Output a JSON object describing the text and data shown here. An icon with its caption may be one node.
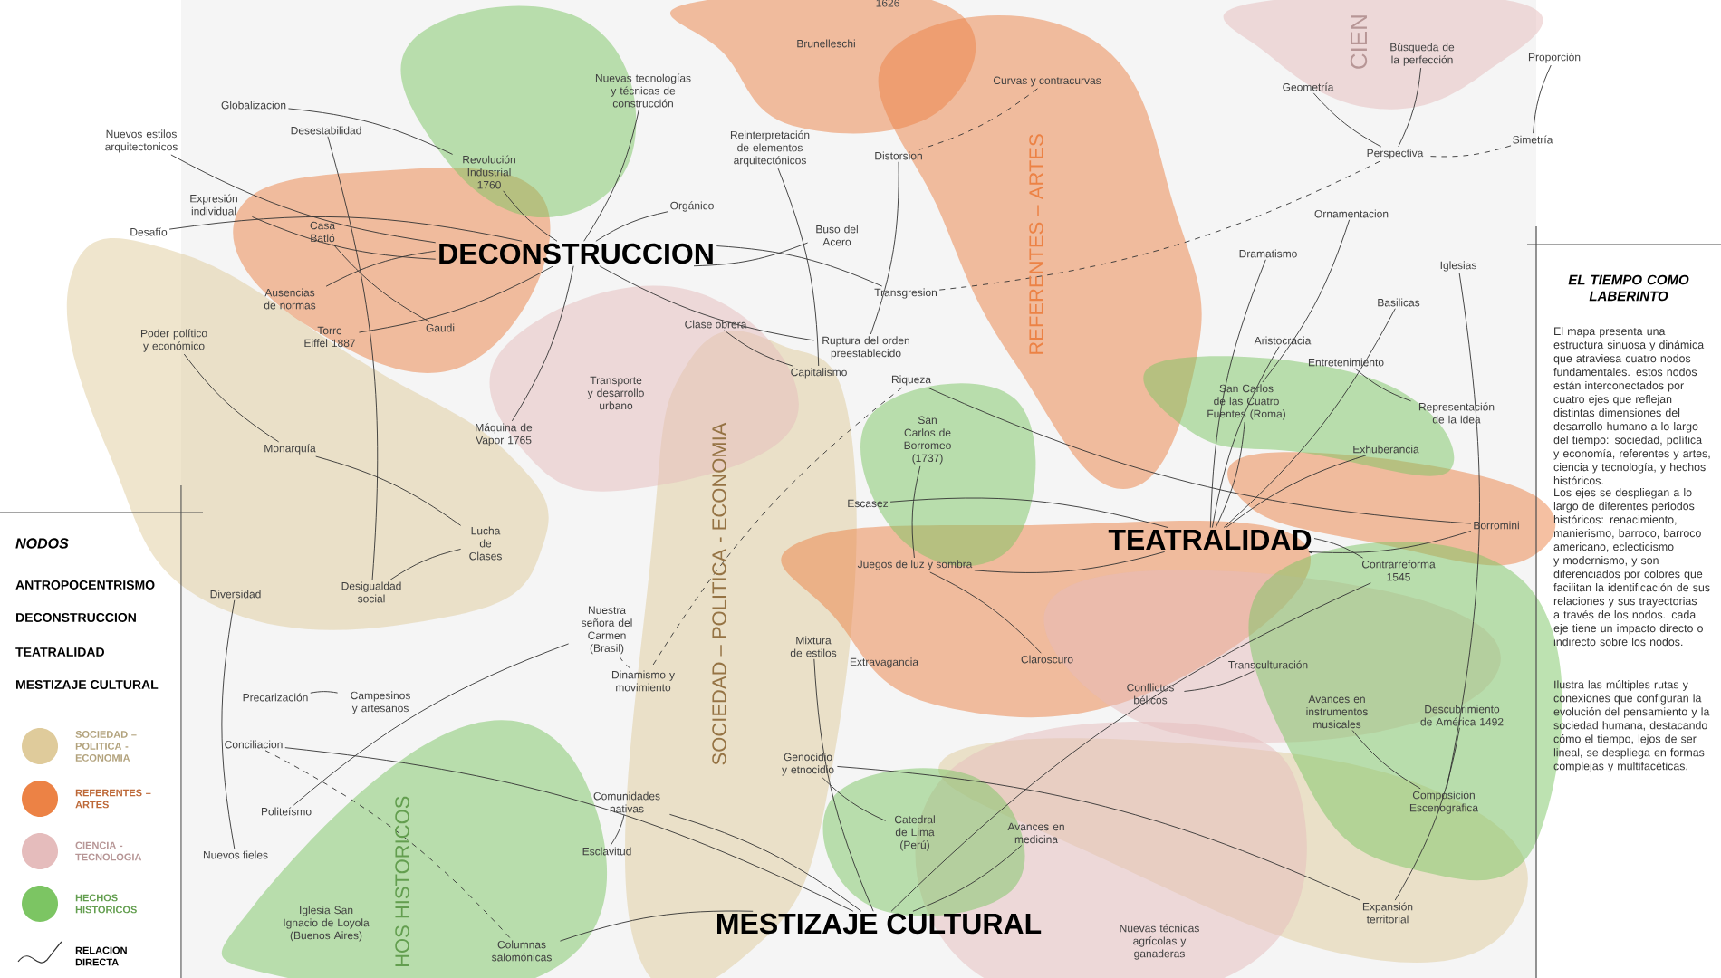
{
  "diagram": {
    "nodes": [
      {
        "text": [
          "DECONSTRUCCION"
        ]
      },
      {
        "text": [
          "TEATRALIDAD"
        ]
      },
      {
        "text": [
          "MESTIZAJE CULTURAL"
        ]
      },
      {
        "text": [
          "Globalizacion"
        ]
      },
      {
        "text": [
          "Nuevos estilos arquitectonicos"
        ]
      },
      {
        "text": [
          "Desestabilidad"
        ]
      },
      {
        "text": [
          "Revolución Industrial 1760"
        ]
      },
      {
        "text": [
          "Expresión individual"
        ]
      },
      {
        "text": [
          "Casa Batló"
        ]
      },
      {
        "text": [
          "Desafío"
        ]
      },
      {
        "text": [
          "Ausencias de normas"
        ]
      },
      {
        "text": [
          "Torre Eiffel 1887"
        ]
      },
      {
        "text": [
          "Gaudi"
        ]
      },
      {
        "text": [
          "Poder político y económico"
        ]
      },
      {
        "text": [
          "Máquina de Vapor 1765"
        ]
      },
      {
        "text": [
          "Monarquía"
        ]
      },
      {
        "text": [
          "Nuevas tecnologías y técnicas de construcción"
        ]
      },
      {
        "text": [
          "Brunelleschi"
        ]
      },
      {
        "text": [
          "Reinterpretación de elementos arquitectónicos"
        ]
      },
      {
        "text": [
          "Orgánico"
        ]
      },
      {
        "text": [
          "Buso del Acero"
        ]
      },
      {
        "text": [
          "Transgresion"
        ]
      },
      {
        "text": [
          "Clase obrera"
        ]
      },
      {
        "text": [
          "Ruptura del orden preestablecido"
        ]
      },
      {
        "text": [
          "Capitalismo"
        ]
      },
      {
        "text": [
          "Transporte y desarrollo urbano"
        ]
      },
      {
        "text": [
          "Riqueza"
        ]
      },
      {
        "text": [
          "San Carlos de Borromeo (1737)"
        ]
      },
      {
        "text": [
          "Distorsion"
        ]
      },
      {
        "text": [
          "Curvas y contracurvas"
        ]
      },
      {
        "text": [
          "Geometría"
        ]
      },
      {
        "text": [
          "Búsqueda de la perfección"
        ]
      },
      {
        "text": [
          "Proporción"
        ]
      },
      {
        "text": [
          "Perspectiva"
        ]
      },
      {
        "text": [
          "Simetría"
        ]
      },
      {
        "text": [
          "Ornamentacion"
        ]
      },
      {
        "text": [
          "Dramatismo"
        ]
      },
      {
        "text": [
          "Iglesias"
        ]
      },
      {
        "text": [
          "Basilicas"
        ]
      },
      {
        "text": [
          "Aristocracia"
        ]
      },
      {
        "text": [
          "Entretenimiento"
        ]
      },
      {
        "text": [
          "San Carlos de las Cuatro Fuentes (Roma)"
        ]
      },
      {
        "text": [
          "Representación de la idea"
        ]
      },
      {
        "text": [
          "Exhuberancia"
        ]
      },
      {
        "text": [
          "Borromini"
        ]
      },
      {
        "text": [
          "Contrarreforma 1545"
        ]
      },
      {
        "text": [
          "Transculturación"
        ]
      },
      {
        "text": [
          "Avances en instrumentos musicales"
        ]
      },
      {
        "text": [
          "Descubrimiento de América 1492"
        ]
      },
      {
        "text": [
          "Composición Escenografica"
        ]
      },
      {
        "text": [
          "Expansión territorial"
        ]
      },
      {
        "text": [
          "Conflictos bélicos"
        ]
      },
      {
        "text": [
          "Escasez"
        ]
      },
      {
        "text": [
          "Juegos de luz y sombra"
        ]
      },
      {
        "text": [
          "Claroscuro"
        ]
      },
      {
        "text": [
          "Extravagancia"
        ]
      },
      {
        "text": [
          "Mixtura de estilos"
        ]
      },
      {
        "text": [
          "Genocidio y etnocidio"
        ]
      },
      {
        "text": [
          "Catedral de Lima (Perú)"
        ]
      },
      {
        "text": [
          "Avances en medicina"
        ]
      },
      {
        "text": [
          "Nuevas técnicas agrícolas y ganaderas"
        ]
      },
      {
        "text": [
          "Nuestra señora del Carmen (Brasil)"
        ]
      },
      {
        "text": [
          "Dinamismo y movimiento"
        ]
      },
      {
        "text": [
          "Comunidades nativas"
        ]
      },
      {
        "text": [
          "Esclavitud"
        ]
      },
      {
        "text": [
          "Columnas salomónicas"
        ]
      },
      {
        "text": [
          "Lucha de Clases"
        ]
      },
      {
        "text": [
          "Diversidad"
        ]
      },
      {
        "text": [
          "Desigualdad social"
        ]
      },
      {
        "text": [
          "Precarización"
        ]
      },
      {
        "text": [
          "Campesinos y artesanos"
        ]
      },
      {
        "text": [
          "Conciliacion"
        ]
      },
      {
        "text": [
          "Politeísmo"
        ]
      },
      {
        "text": [
          "Nuevos fieles"
        ]
      },
      {
        "text": [
          "Iglesia San Ignacio de Loyola (Buenos Aires)"
        ]
      }
    ],
    "edges": [
      {
        "from": 4,
        "to": 0,
        "arrow": "none"
      },
      {
        "from": 3,
        "to": 6,
        "arrow": "none"
      },
      {
        "from": 6,
        "to": 0,
        "arrow": "none"
      },
      {
        "from": 9,
        "to": 0,
        "arrow": "none"
      },
      {
        "from": 7,
        "to": 0,
        "arrow": "none"
      },
      {
        "from": 10,
        "to": 0,
        "arrow": "none"
      },
      {
        "from": 11,
        "to": 0,
        "arrow": "none"
      },
      {
        "from": 16,
        "to": 0,
        "arrow": "none"
      },
      {
        "from": 19,
        "to": 0,
        "arrow": "none"
      },
      {
        "from": 20,
        "to": 0,
        "arrow": "none"
      },
      {
        "from": 21,
        "to": 0,
        "arrow": "none"
      },
      {
        "from": 23,
        "to": 0,
        "arrow": "none"
      },
      {
        "from": 14,
        "to": 0,
        "arrow": "none"
      },
      {
        "from": 18,
        "to": 24,
        "arrow": "none"
      },
      {
        "from": 8,
        "to": 12,
        "arrow": "none"
      },
      {
        "from": 5,
        "to": 68,
        "arrow": "none"
      },
      {
        "from": 13,
        "to": 15,
        "arrow": "none"
      },
      {
        "from": 15,
        "to": 66,
        "arrow": "none"
      },
      {
        "from": 22,
        "to": 24,
        "arrow": "none"
      },
      {
        "from": 28,
        "to": 23,
        "arrow": "none"
      },
      {
        "from": 30,
        "to": 33,
        "arrow": "none"
      },
      {
        "from": 31,
        "to": 33,
        "arrow": "none"
      },
      {
        "from": 32,
        "to": 34,
        "arrow": "none"
      },
      {
        "from": 34,
        "to": 33,
        "arrow": "none",
        "style": "dashed"
      },
      {
        "from": 21,
        "to": 33,
        "arrow": "none",
        "style": "dashed"
      },
      {
        "from": 29,
        "to": 28,
        "arrow": "none",
        "style": "dashed"
      },
      {
        "from": 36,
        "to": 1,
        "arrow": "none"
      },
      {
        "from": 38,
        "to": 1,
        "arrow": "none"
      },
      {
        "from": 39,
        "to": 1,
        "arrow": "none"
      },
      {
        "from": 41,
        "to": 1,
        "arrow": "none"
      },
      {
        "from": 43,
        "to": 1,
        "arrow": "none"
      },
      {
        "from": 44,
        "to": 1,
        "arrow": "to"
      },
      {
        "from": 45,
        "to": 1,
        "arrow": "none"
      },
      {
        "from": 52,
        "to": 1,
        "arrow": "none"
      },
      {
        "from": 53,
        "to": 1,
        "arrow": "none"
      },
      {
        "from": 35,
        "to": 41,
        "arrow": "none"
      },
      {
        "from": 40,
        "to": 42,
        "arrow": "none"
      },
      {
        "from": 37,
        "to": 49,
        "arrow": "none"
      },
      {
        "from": 26,
        "to": 44,
        "arrow": "none"
      },
      {
        "from": 53,
        "to": 54,
        "arrow": "none"
      },
      {
        "from": 27,
        "to": 53,
        "arrow": "none"
      },
      {
        "from": 46,
        "to": 51,
        "arrow": "none"
      },
      {
        "from": 47,
        "to": 49,
        "arrow": "none"
      },
      {
        "from": 48,
        "to": 50,
        "arrow": "none"
      },
      {
        "from": 57,
        "to": 58,
        "arrow": "none"
      },
      {
        "from": 57,
        "to": 50,
        "arrow": "none"
      },
      {
        "from": 56,
        "to": 2,
        "arrow": "none"
      },
      {
        "from": 63,
        "to": 2,
        "arrow": "none"
      },
      {
        "from": 64,
        "to": 63,
        "arrow": "none"
      },
      {
        "from": 59,
        "to": 2,
        "arrow": "none"
      },
      {
        "from": 45,
        "to": 2,
        "arrow": "none"
      },
      {
        "from": 62,
        "to": 61,
        "arrow": "none",
        "style": "dashed"
      },
      {
        "from": 26,
        "to": 62,
        "arrow": "none",
        "style": "dashed"
      },
      {
        "from": 71,
        "to": 65,
        "arrow": "none",
        "style": "dashed"
      },
      {
        "from": 61,
        "to": 72,
        "arrow": "none"
      },
      {
        "from": 65,
        "to": 2,
        "arrow": "none"
      },
      {
        "from": 70,
        "to": 69,
        "arrow": "none"
      },
      {
        "from": 68,
        "to": 66,
        "arrow": "none"
      },
      {
        "from": 67,
        "to": 73,
        "arrow": "none"
      },
      {
        "from": 71,
        "to": 2,
        "arrow": "none"
      }
    ],
    "labels": [
      "1626",
      "CIEN",
      "REFERENTES – ARTES",
      "SOCIEDAD – POLITICA - ECONOMIA",
      "HOS HISTORICOS",
      "NODOS",
      "ANTROPOCENTRISMO",
      "DECONSTRUCCION",
      "TEATRALIDAD",
      "MESTIZAJE CULTURAL",
      "EL TIEMPO COMO LABERINTO",
      "El mapa presenta una estructura sinuosa y dinámica que atraviesa cuatro nodos fundamentales. estos nodos están interconectados por cuatro ejes que reflejan distintas dimensiones del desarrollo humano a lo largo del tiempo: sociedad, política y economía, referentes y artes, ciencia y tecnología, y hechos históricos.",
      "Los ejes se despliegan a lo largo de diferentes periodos históricos: renacimiento, manierismo, barroco, barroco americano, eclecticismo y modernismo, y son diferenciados por colores que facilitan la identificación de sus relaciones y sus trayectorias a través de los nodos. cada eje tiene un impacto directo o indirecto sobre los nodos.",
      "Ilustra las múltiples rutas y conexiones que configuran la evolución del pensamiento y la sociedad humana, destacando cómo el tiempo, lejos de ser lineal, se despliega en formas complejas y multifacéticas."
    ],
    "legend": [
      {
        "text": "SOCIEDAD – POLITICA - ECONOMIA",
        "color": "#dfcb9b"
      },
      {
        "text": "REFERENTES – ARTES",
        "color": "#ec8245"
      },
      {
        "text": "CIENCIA - TECNOLOGIA",
        "color": "#e5bcbc"
      },
      {
        "text": "HECHOS HISTORICOS",
        "color": "#7cc563"
      },
      {
        "text": "RELACION DIRECTA"
      }
    ]
  }
}
